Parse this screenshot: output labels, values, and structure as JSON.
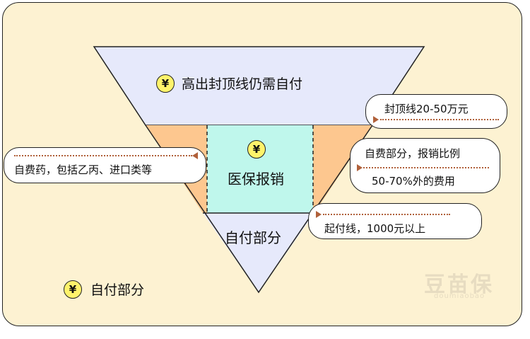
{
  "colors": {
    "background": "#fdf2d2",
    "top_band": "#e6e9fb",
    "side_band": "#fdc78f",
    "center_box": "#bff7ec",
    "bottom_band": "#e6e9fb",
    "coin": "#fff36b",
    "dotted_leader": "#b0603a"
  },
  "icons": {
    "coin": "yen-coin-icon"
  },
  "bands": {
    "top": {
      "coin": "¥",
      "label": "高出封顶线仍需自付"
    },
    "center": {
      "coin": "¥",
      "label": "医保报销"
    },
    "bottom": {
      "label": "自付部分"
    }
  },
  "callouts": {
    "cap_line": "封顶线20-50万元",
    "self_pay_drugs": "自费药，包括乙丙、进口类等",
    "self_pay_part_line1": "自费部分，报销比例",
    "self_pay_part_line2": "50-70%外的费用",
    "deductible": "起付线，1000元以上"
  },
  "legend": {
    "coin": "¥",
    "label": "自付部分"
  },
  "watermark": {
    "text": "豆苗保",
    "sub": "doumiaobao"
  }
}
